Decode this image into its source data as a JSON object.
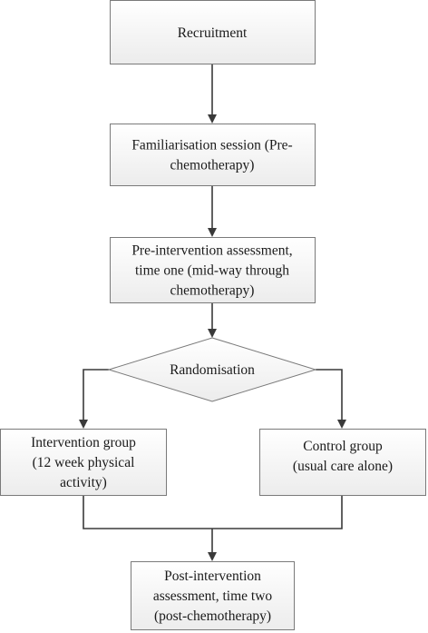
{
  "flowchart": {
    "recruitment": {
      "lines": [
        "Recruitment"
      ]
    },
    "familiarisation": {
      "lines": [
        "Familiarisation session (Pre-",
        "chemotherapy)"
      ]
    },
    "pre_assessment": {
      "lines": [
        "Pre-intervention assessment,",
        "time one (mid-way through",
        "chemotherapy)"
      ]
    },
    "randomisation": {
      "lines": [
        "Randomisation"
      ]
    },
    "intervention": {
      "lines": [
        "Intervention group",
        "(12 week physical",
        "activity)"
      ]
    },
    "control": {
      "lines": [
        "Control group",
        "(usual care alone)"
      ]
    },
    "post_assessment": {
      "lines": [
        "Post-intervention",
        "assessment, time two",
        "(post-chemotherapy)"
      ]
    }
  },
  "colors": {
    "box_fill_top": "#ffffff",
    "box_fill_bottom": "#ececec",
    "box_border": "#7a7a7a",
    "connector": "#3a3a3a",
    "text": "#1a1a1a"
  }
}
